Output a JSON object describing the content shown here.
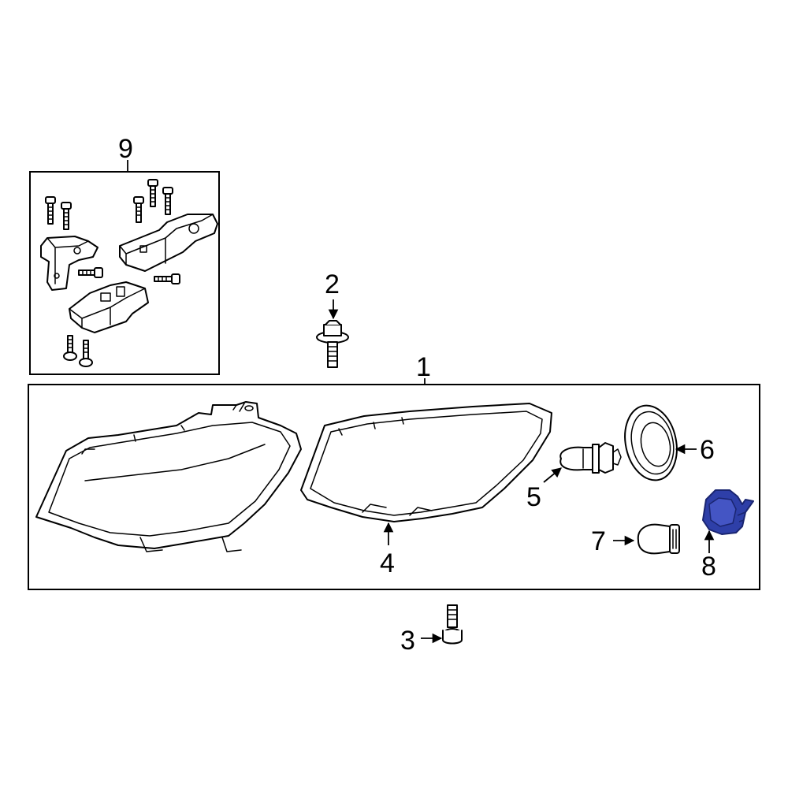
{
  "callouts": {
    "c1": "1",
    "c2": "2",
    "c3": "3",
    "c4": "4",
    "c5": "5",
    "c6": "6",
    "c7": "7",
    "c8": "8",
    "c9": "9"
  },
  "colors": {
    "line": "#000000",
    "background": "#ffffff",
    "highlight": "#2e3fa8",
    "highlight_dark": "#1a2570"
  },
  "highlighted_part": "8"
}
